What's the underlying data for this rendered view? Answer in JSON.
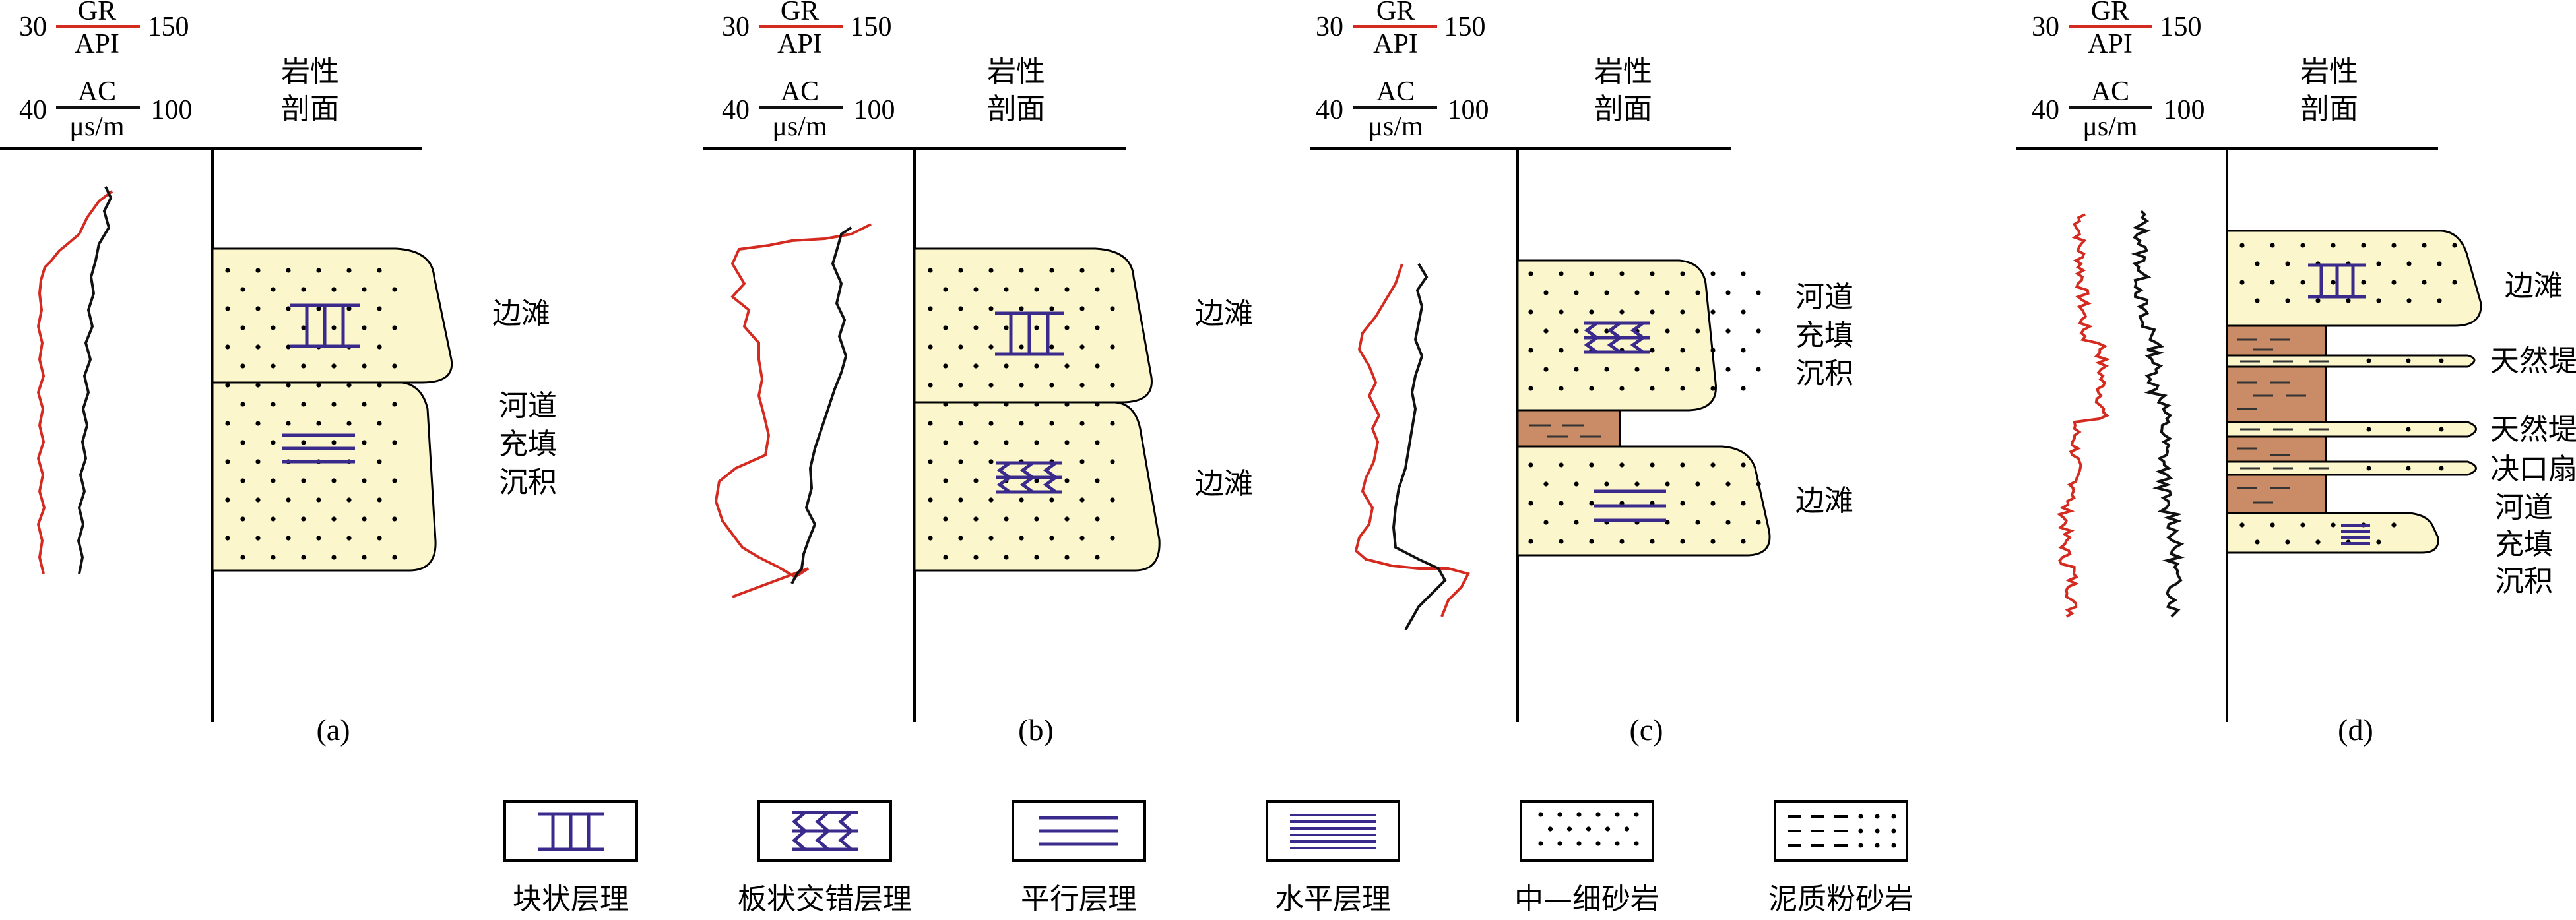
{
  "header": {
    "gr_min": "30",
    "gr_max": "150",
    "gr_name": "GR",
    "gr_unit": "API",
    "ac_min": "40",
    "ac_max": "100",
    "ac_name": "AC",
    "ac_unit": "μs/m",
    "lith_line1": "岩性",
    "lith_line2": "剖面"
  },
  "colors": {
    "gr_curve": "#d42a20",
    "ac_curve": "#111111",
    "sand": "#fbf6cc",
    "mud": "#c98c66",
    "structure": "#3a2a8c"
  },
  "panels": [
    {
      "label": "(a)",
      "facies": [
        {
          "lines": [
            "边滩"
          ]
        },
        {
          "lines": [
            "河道",
            "充填",
            "沉积"
          ]
        }
      ]
    },
    {
      "label": "(b)",
      "facies": [
        {
          "lines": [
            "边滩"
          ]
        },
        {
          "lines": [
            "边滩"
          ]
        }
      ]
    },
    {
      "label": "(c)",
      "facies": [
        {
          "lines": [
            "河道",
            "充填",
            "沉积"
          ]
        },
        {
          "lines": [
            "边滩"
          ]
        }
      ]
    },
    {
      "label": "(d)",
      "facies": [
        {
          "lines": [
            "边滩"
          ]
        },
        {
          "lines": [
            "天然堤"
          ]
        },
        {
          "lines": [
            "天然堤"
          ]
        },
        {
          "lines": [
            "决口扇"
          ]
        },
        {
          "lines": [
            "河道",
            "充填",
            "沉积"
          ]
        }
      ]
    }
  ],
  "legend": [
    {
      "icon": "massive-bedding",
      "label": "块状层理"
    },
    {
      "icon": "tabular-cross-bedding",
      "label": "板状交错层理"
    },
    {
      "icon": "parallel-bedding",
      "label": "平行层理"
    },
    {
      "icon": "horizontal-bedding",
      "label": "水平层理"
    },
    {
      "icon": "medium-fine-sandstone",
      "label": "中—细砂岩"
    },
    {
      "icon": "muddy-siltstone",
      "label": "泥质粉砂岩"
    }
  ]
}
